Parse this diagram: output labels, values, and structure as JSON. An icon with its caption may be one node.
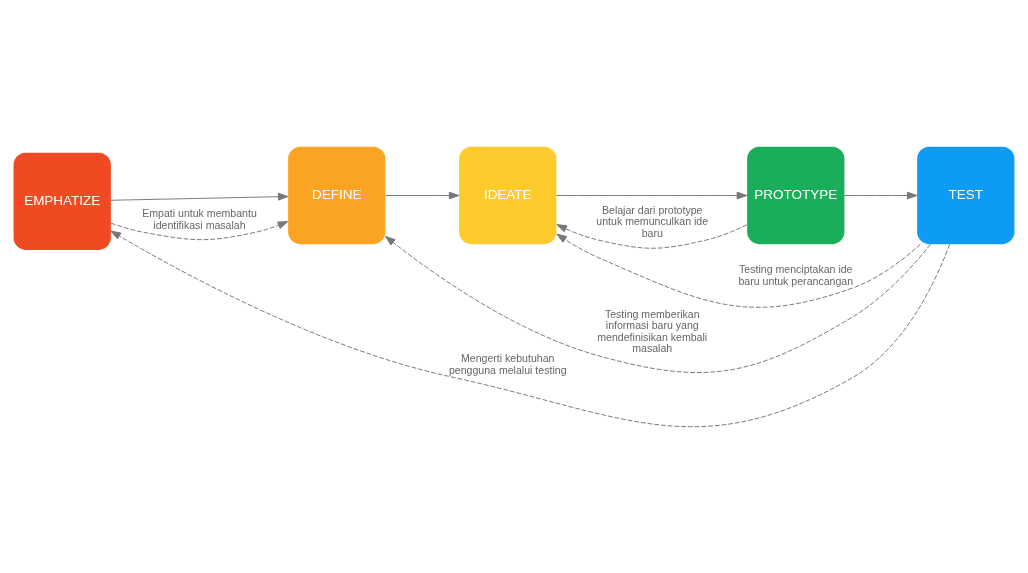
{
  "diagram": {
    "nodes": [
      {
        "text": [
          "EMPHATIZE"
        ]
      },
      {
        "text": [
          "DEFINE"
        ]
      },
      {
        "text": [
          "IDEATE"
        ]
      },
      {
        "text": [
          "PROTOTYPE"
        ]
      },
      {
        "text": [
          "TEST"
        ]
      }
    ],
    "edges": [
      {
        "from": 0,
        "to": 1,
        "arrow": "to"
      },
      {
        "from": 1,
        "to": 2,
        "arrow": "to"
      },
      {
        "from": 2,
        "to": 3,
        "arrow": "to"
      },
      {
        "from": 3,
        "to": 4,
        "arrow": "to"
      },
      {
        "from": 4,
        "to": 0,
        "arrow": "to",
        "style": "dashed",
        "label": "Mengerti kebutuhan pengguna melalui testing"
      },
      {
        "from": 0,
        "to": 1,
        "arrow": "to",
        "style": "dashed",
        "label": "Empati untuk membantu identifikasi masalah"
      },
      {
        "from": 4,
        "to": 2,
        "arrow": "to",
        "style": "dashed",
        "label": "Testing menciptakan ide baru untuk perancangan"
      },
      {
        "from": 3,
        "to": 2,
        "arrow": "to",
        "style": "dashed",
        "label": "Belajar dari prototype untuk memunculkan ide baru"
      },
      {
        "from": 4,
        "to": 1,
        "arrow": "to",
        "style": "dashed",
        "label": "Testing memberikan informasi baru yang mendefinisikan kembali masalah"
      }
    ]
  }
}
